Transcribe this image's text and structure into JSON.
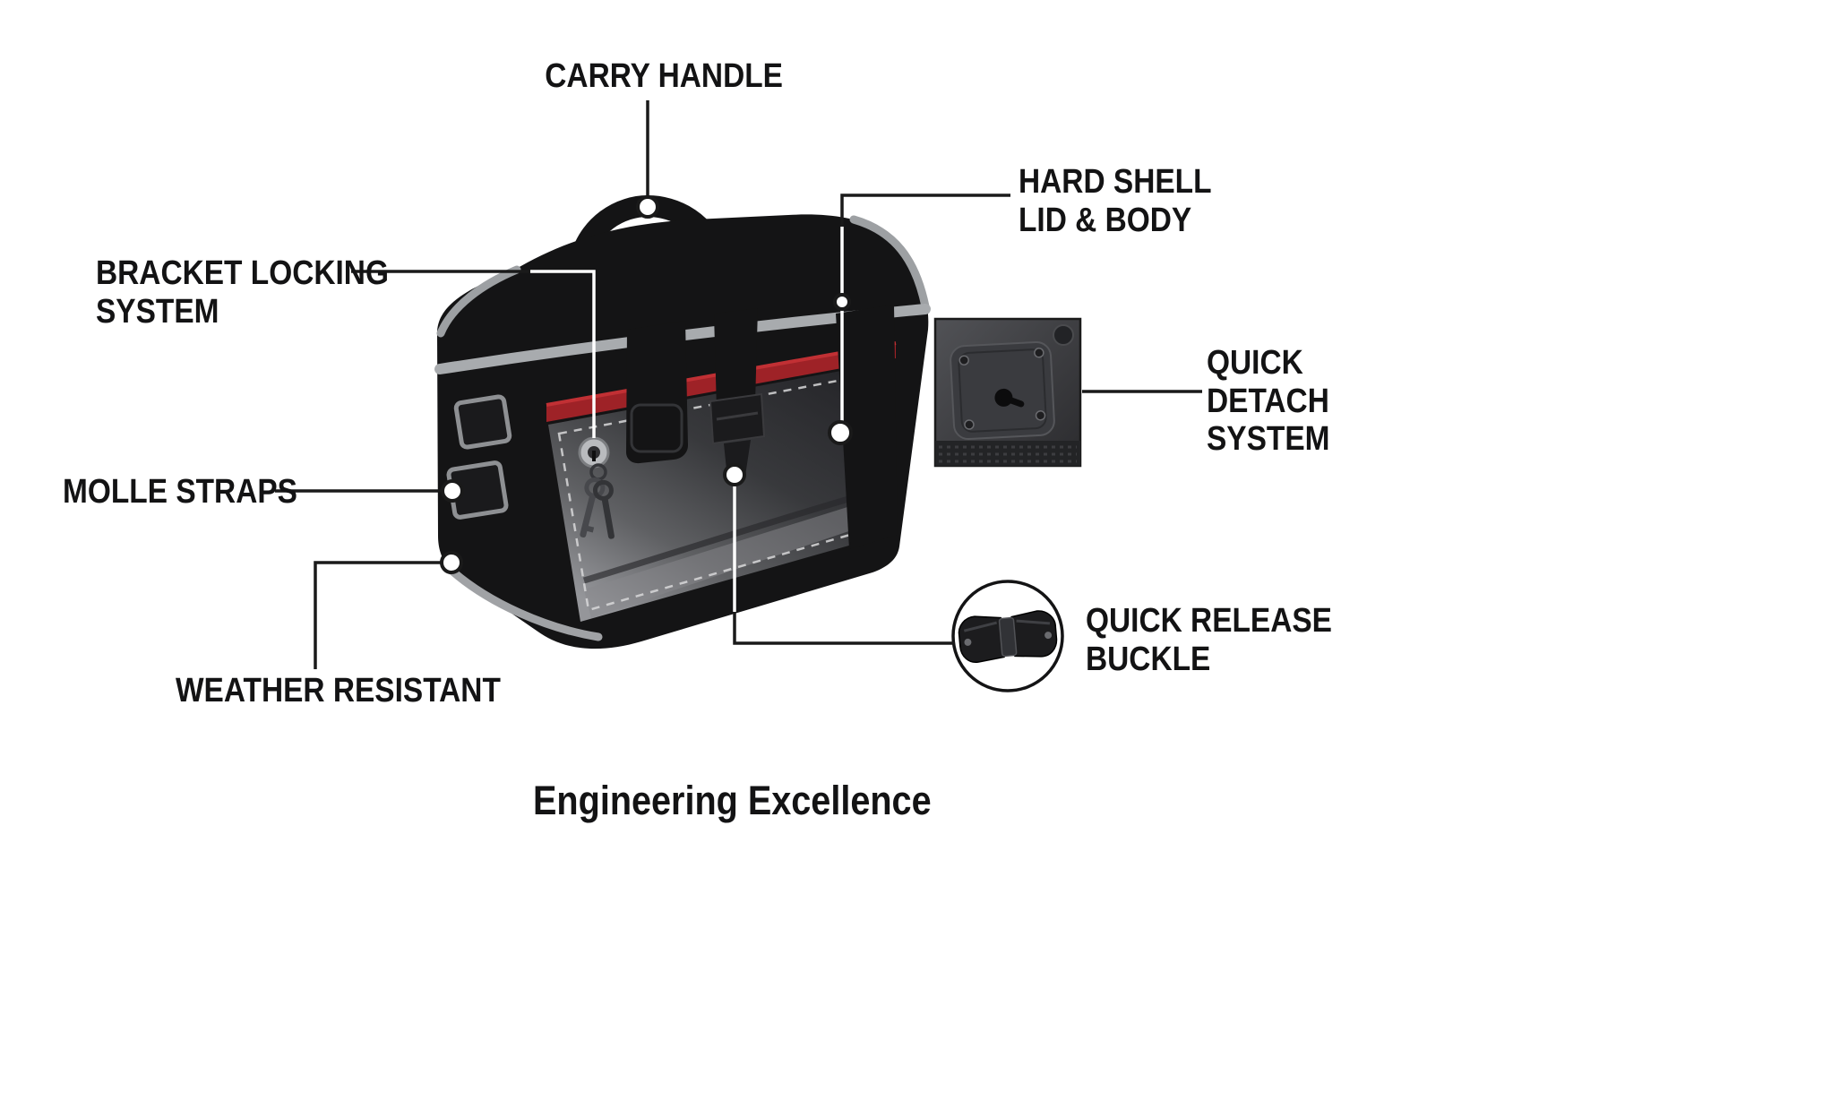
{
  "diagram": {
    "product": "hard-shell-motorcycle-saddlebag",
    "footer_title": "Engineering Excellence",
    "labels": {
      "carry_handle": "CARRY HANDLE",
      "hard_shell_lid_body": "HARD SHELL\nLID & BODY",
      "bracket_locking_system": "BRACKET LOCKING\nSYSTEM",
      "quick_detach_system": "QUICK\nDETACH\nSYSTEM",
      "molle_straps": "MOLLE STRAPS",
      "weather_resistant": "WEATHER RESISTANT",
      "quick_release_buckle": "QUICK RELEASE\nBUCKLE"
    },
    "insets": {
      "quick_detach_icon": "quick-detach-bracket-photo",
      "quick_release_icon": "side-release-buckle-photo"
    },
    "colors": {
      "bag_black": "#141415",
      "trim_gray": "#a8abae",
      "accent_red": "#9e2227",
      "accent_red_bright": "#c13034",
      "line_black": "#1a1a1a",
      "text_black": "#131314"
    }
  }
}
